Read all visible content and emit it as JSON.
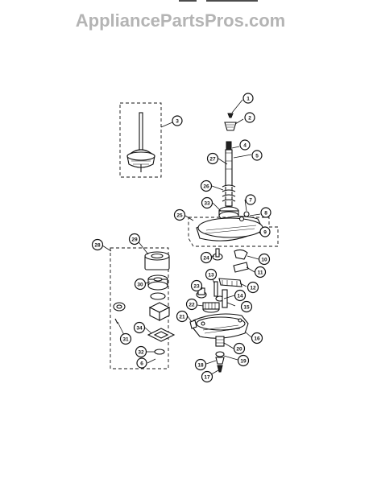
{
  "header": {
    "watermark": "AppliancePartsPros.com"
  },
  "diagram": {
    "callouts": [
      "1",
      "2",
      "3",
      "4",
      "5",
      "6",
      "7",
      "8",
      "9",
      "10",
      "11",
      "12",
      "13",
      "14",
      "15",
      "16",
      "17",
      "18",
      "19",
      "20",
      "21",
      "22",
      "23",
      "24",
      "25",
      "26",
      "27",
      "28",
      "29",
      "30",
      "31",
      "32",
      "33",
      "34"
    ]
  }
}
